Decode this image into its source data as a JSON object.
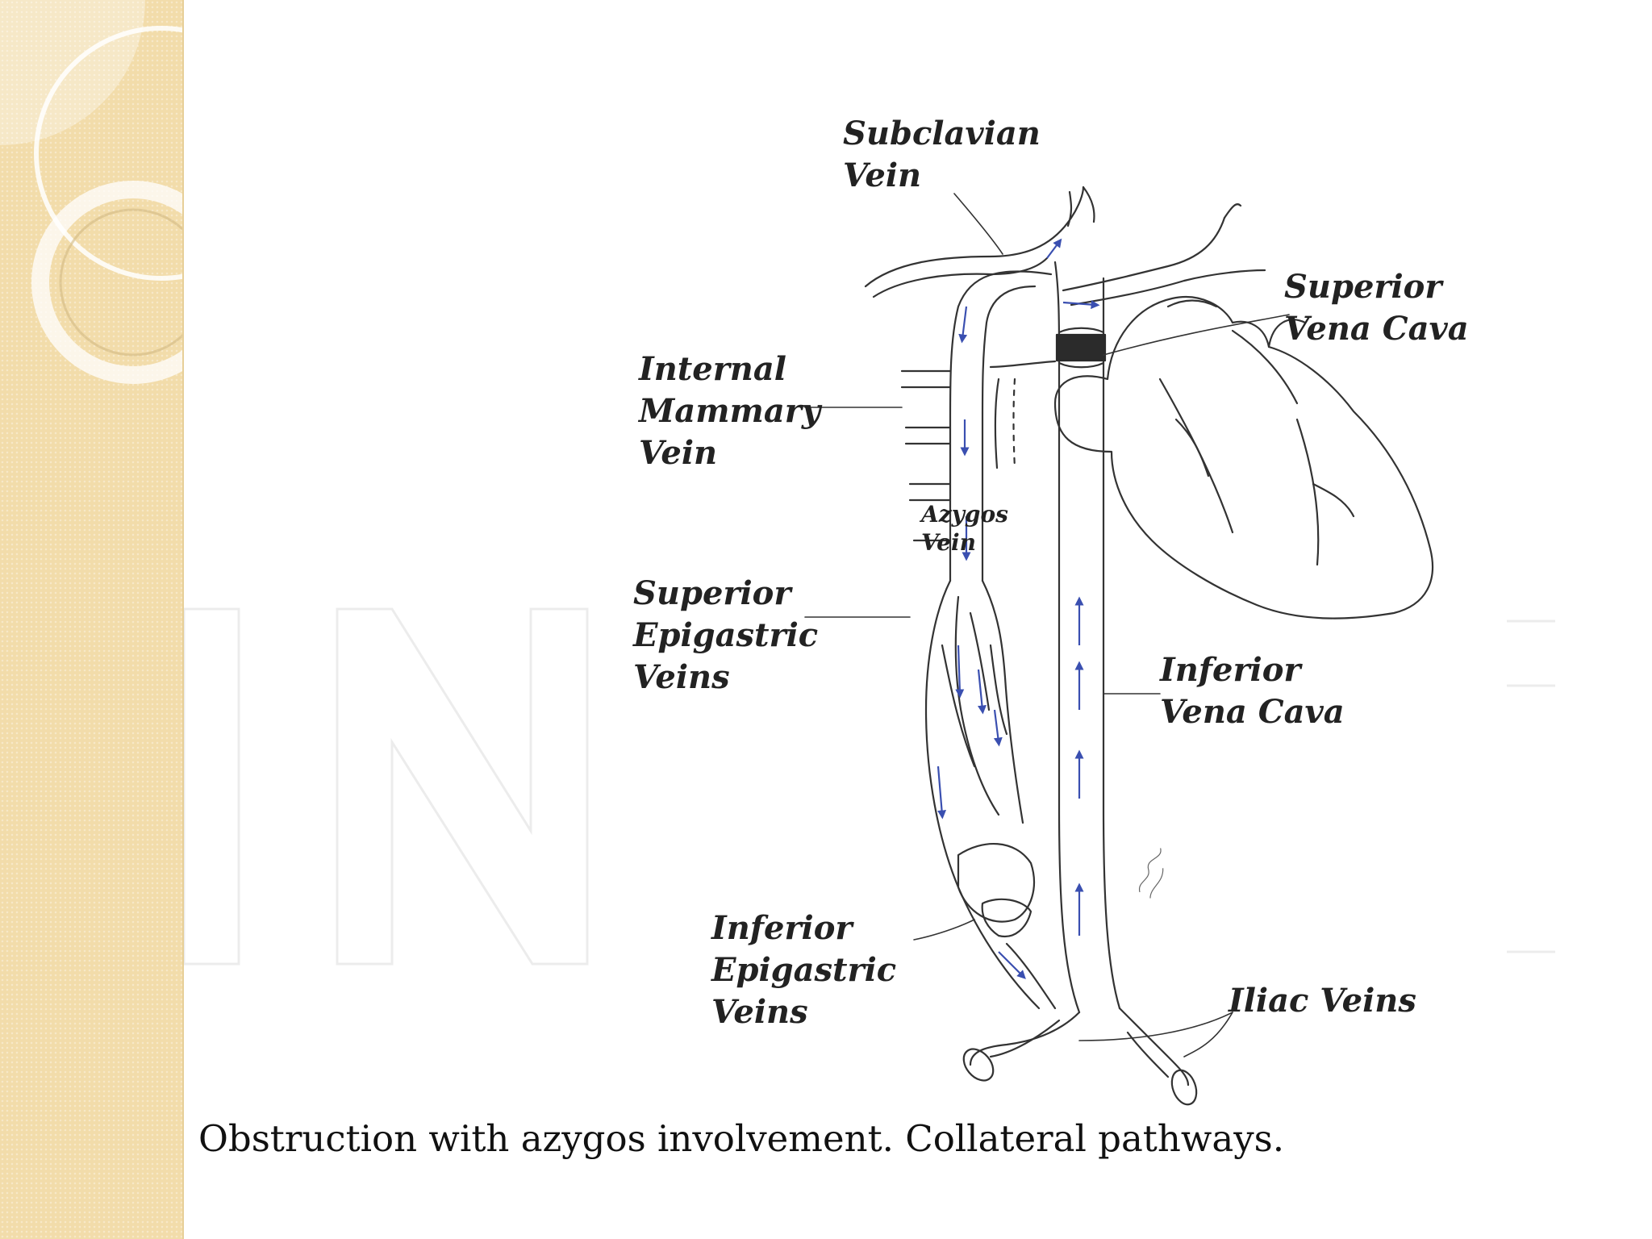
{
  "slide": {
    "caption": "Obstruction with azygos involvement. Collateral pathways."
  },
  "diagram": {
    "labels": {
      "subclavian_vein": "Subclavian\nVein",
      "superior_vena_cava": "Superior\nVena Cava",
      "internal_mammary_vein": "Internal\nMammary\nVein",
      "azygos_vein": "Azygos\nVein",
      "superior_epigastric_veins": "Superior\nEpigastric\nVeins",
      "inferior_vena_cava": "Inferior\nVena Cava",
      "inferior_epigastric_veins": "Inferior\nEpigastric\nVeins",
      "iliac_veins": "Iliac Veins"
    },
    "colors": {
      "ink": "#222222",
      "flow_arrow": "#3a4fb0",
      "obstruction": "#2b2b2b",
      "sidebar": "#f2dcaa"
    }
  }
}
